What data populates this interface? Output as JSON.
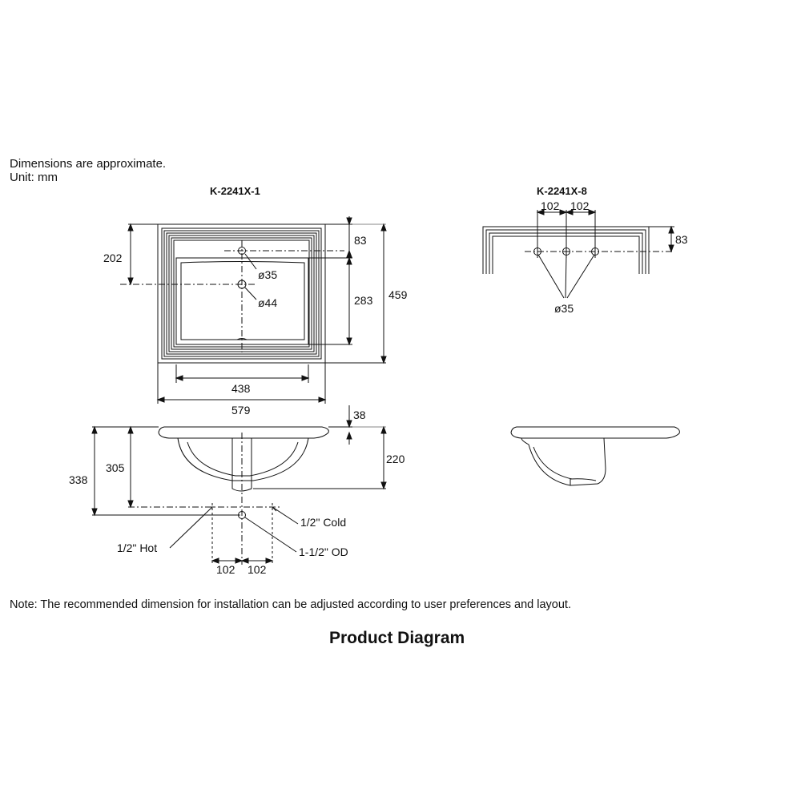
{
  "notes": {
    "line1": "Dimensions are approximate.",
    "line2": "Unit: mm",
    "bottom_note": "Note: The recommended dimension for installation can be adjusted according to user preferences and layout."
  },
  "models": {
    "left": "K-2241X-1",
    "right": "K-2241X-8"
  },
  "heading": "Product Diagram",
  "dims": {
    "d202": "202",
    "d83": "83",
    "d35": "ø35",
    "d44": "ø44",
    "d283": "283",
    "d459": "459",
    "d438": "438",
    "d579": "579",
    "d38": "38",
    "d220": "220",
    "d305": "305",
    "d338": "338",
    "cold": "1/2\" Cold",
    "hot": "1/2\" Hot",
    "od": "1-1/2\" OD",
    "d102a": "102",
    "d102b": "102",
    "r102a": "102",
    "r102b": "102",
    "r83": "83",
    "r35": "ø35"
  }
}
